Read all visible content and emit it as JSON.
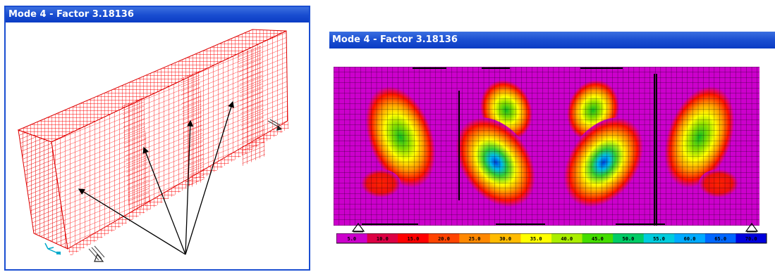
{
  "left_window": {
    "title": "Mode 4 - Factor 3.18136",
    "view": "3d-wireframe-mesh",
    "mesh_color": "#ff0000",
    "arrow_color": "#000000"
  },
  "right_window": {
    "title": "Mode 4 - Factor 3.18136",
    "view": "2d-contour-plot",
    "background_color": "#cc00cc",
    "grid_color": "#000000"
  },
  "contour_legend": {
    "labels": [
      "5.0",
      "10.0",
      "15.0",
      "20.0",
      "25.0",
      "30.0",
      "35.0",
      "40.0",
      "45.0",
      "50.0",
      "55.0",
      "60.0",
      "65.0",
      "70.0"
    ],
    "colors": [
      "#cc00cc",
      "#dd0044",
      "#ff0000",
      "#ff4400",
      "#ff8800",
      "#ffbb00",
      "#ffff00",
      "#aaee00",
      "#44dd00",
      "#00cc66",
      "#00ccdd",
      "#00aaff",
      "#0066ff",
      "#0000dd"
    ]
  },
  "colors": {
    "titlebar": "#1a4ed1",
    "titlebar_text": "#ffffff"
  }
}
